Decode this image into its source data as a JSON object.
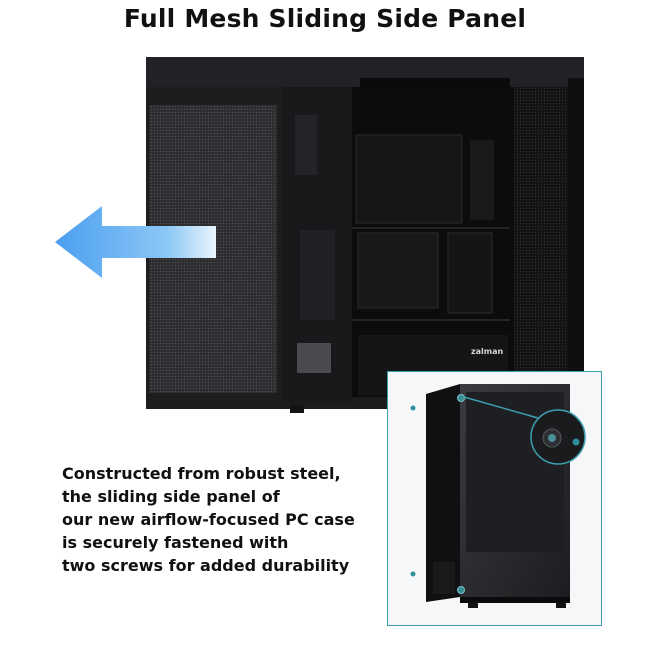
{
  "title": "Full Mesh Sliding Side Panel",
  "caption": {
    "lines": [
      "Constructed from robust steel,",
      "the sliding side panel of",
      "our new airflow-focused PC case",
      "is securely fastened with",
      "two screws for added durability"
    ]
  },
  "brand": "zalman",
  "colors": {
    "arrow": "#5aa7f2",
    "inset_border": "#3d9fb0",
    "case_body": "#1b1c1e"
  },
  "icons": {
    "arrow": "arrow-left-icon",
    "screw": "screw-icon"
  }
}
